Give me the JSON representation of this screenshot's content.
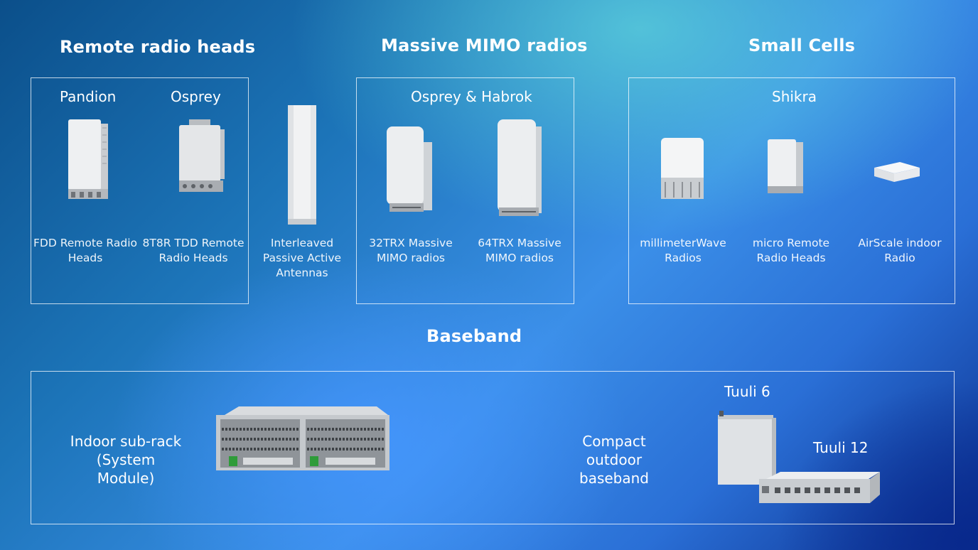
{
  "sections": {
    "remote_radio_heads": {
      "title": "Remote radio heads",
      "products": [
        {
          "name": "Pandion",
          "caption": "FDD Remote Radio Heads"
        },
        {
          "name": "Osprey",
          "caption": "8T8R TDD Remote Radio Heads"
        }
      ]
    },
    "antenna": {
      "caption": "Interleaved Passive Active Antennas"
    },
    "massive_mimo": {
      "title": "Massive MIMO radios",
      "family": "Osprey & Habrok",
      "products": [
        {
          "caption": "32TRX Massive MIMO radios"
        },
        {
          "caption": "64TRX Massive MIMO radios"
        }
      ]
    },
    "small_cells": {
      "title": "Small Cells",
      "family": "Shikra",
      "products": [
        {
          "caption": "millimeterWave Radios"
        },
        {
          "caption": "micro Remote Radio Heads"
        },
        {
          "caption": "AirScale indoor Radio"
        }
      ]
    },
    "baseband": {
      "title": "Baseband",
      "indoor": {
        "label_line1": "Indoor sub-rack",
        "label_line2": "(System Module)"
      },
      "outdoor": {
        "label_line1": "Compact outdoor",
        "label_line2": "baseband"
      },
      "tuuli6": "Tuuli 6",
      "tuuli12": "Tuuli 12"
    }
  }
}
